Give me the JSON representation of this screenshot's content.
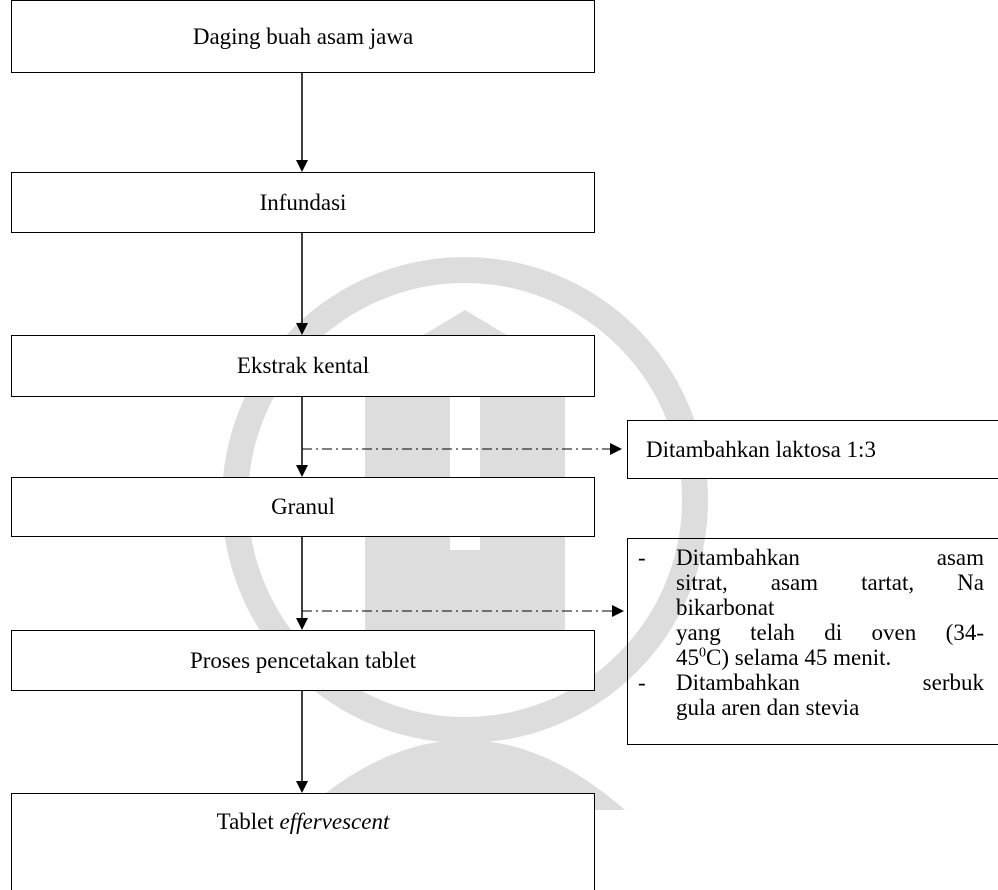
{
  "steps": {
    "s1": "Daging buah asam jawa",
    "s2": "Infundasi",
    "s3": "Ekstrak kental",
    "s4": "Granul",
    "s5": "Proses pencetakan tablet",
    "s6_prefix": "Tablet",
    "s6_emph": "effervescent"
  },
  "side_notes": {
    "lactose": "Ditambahkan laktosa 1:3",
    "additives": {
      "bullet": "-",
      "a_line1_left": "Ditambahkan",
      "a_line1_right": "asam",
      "a_line2": "sitrat, asam tartat, Na",
      "a_line3": "bikarbonat",
      "a_line4": "yang telah di oven (34-",
      "a_line5_pre": "45",
      "a_line5_sup": "0",
      "a_line5_post": "C) selama 45 menit.",
      "b_line1_left": "Ditambahkan",
      "b_line1_right": "serbuk",
      "b_line2": "gula aren dan stevia"
    }
  }
}
